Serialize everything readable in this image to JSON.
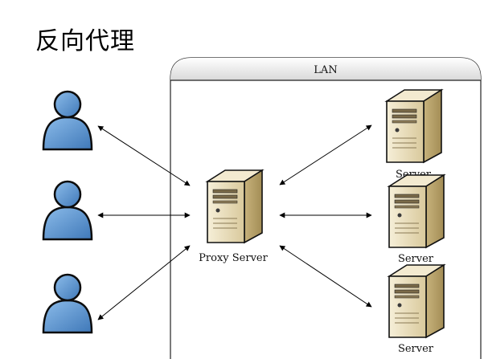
{
  "title": "反向代理",
  "lan_label": "LAN",
  "proxy_label": "Proxy Server",
  "server_labels": [
    "Server",
    "Server",
    "Server"
  ],
  "colors": {
    "user_fill": "#5b93cf",
    "server_case": "#e8dcb8",
    "line": "#000000"
  },
  "icons": [
    "user-icon",
    "server-icon"
  ]
}
